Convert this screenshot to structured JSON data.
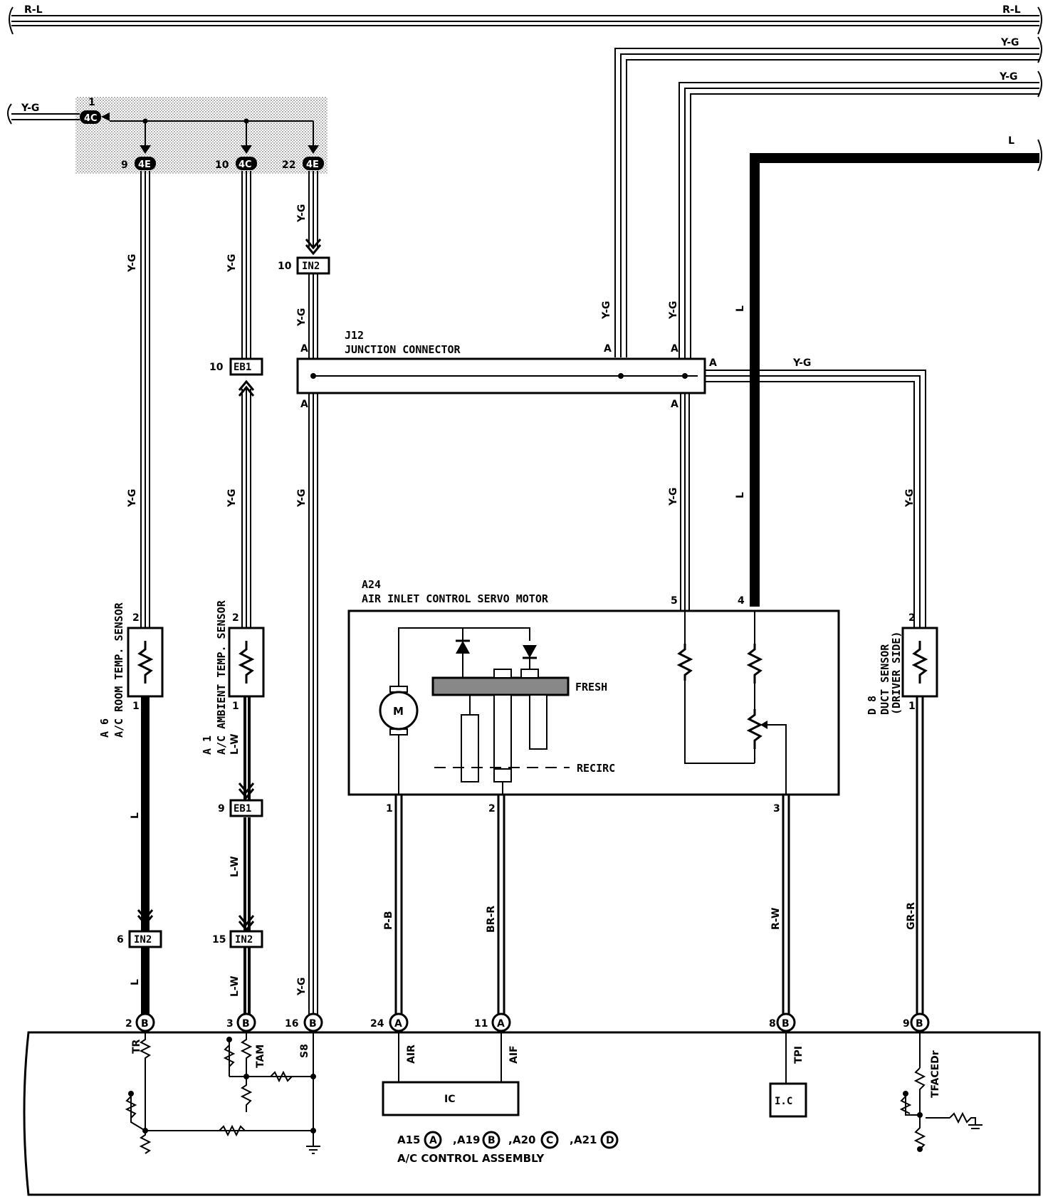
{
  "top_bus": {
    "left_label": "R-L",
    "right_label": "R-L"
  },
  "right_feeds": [
    {
      "label": "Y-G"
    },
    {
      "label": "Y-G"
    },
    {
      "label": "L"
    }
  ],
  "splice": {
    "input_label": "Y-G",
    "input_pin": "1",
    "input_connector": "4C",
    "outputs": [
      {
        "pin": "9",
        "connector": "4E"
      },
      {
        "pin": "10",
        "connector": "4C"
      },
      {
        "pin": "22",
        "connector": "4E"
      }
    ]
  },
  "wire_labels": {
    "col1_a": "Y-G",
    "col1_b": "Y-G",
    "col1_c": "L",
    "col1_d": "L",
    "col2_a": "Y-G",
    "col2_b": "Y-G",
    "col2_c": "L-W",
    "col2_d": "L-W",
    "col2_e": "L-W",
    "col3_a": "Y-G",
    "col3_b": "Y-G",
    "col3_c": "Y-G",
    "col3_d": "Y-G",
    "col4_a": "Y-G",
    "col5_a": "Y-G",
    "col5_b": "Y-G",
    "col6_a": "L",
    "col6_b": "L",
    "col7_a": "Y-G",
    "col7_b": "Y-G",
    "motor1": "P-B",
    "motor2": "BR-R",
    "motor3": "R-W",
    "duct": "GR-R"
  },
  "inline_connectors": [
    {
      "pin": "10",
      "id": "IN2"
    },
    {
      "pin": "10",
      "id": "EB1"
    },
    {
      "pin": "9",
      "id": "EB1"
    },
    {
      "pin": "6",
      "id": "IN2"
    },
    {
      "pin": "15",
      "id": "IN2"
    }
  ],
  "junction": {
    "code": "J12",
    "name": "JUNCTION CONNECTOR",
    "pin_letter": "A"
  },
  "servo_motor": {
    "code": "A24",
    "name": "AIR INLET CONTROL SERVO MOTOR",
    "fresh_label": "FRESH",
    "recirc_label": "RECIRC",
    "motor_symbol": "M",
    "pins": [
      "1",
      "2",
      "3",
      "5",
      "4"
    ]
  },
  "sensors": {
    "room": {
      "code": "A 6",
      "name": "A/C ROOM TEMP. SENSOR",
      "pin_top": "2",
      "pin_bottom": "1"
    },
    "ambient": {
      "code": "A 1",
      "name": "A/C AMBIENT TEMP. SENSOR",
      "pin_top": "2",
      "pin_bottom": "1"
    },
    "duct": {
      "code": "D 8",
      "name": "DUCT SENSOR",
      "name2": "(DRIVER SIDE)",
      "pin_top": "2",
      "pin_bottom": "1"
    }
  },
  "control_assembly": {
    "pins": [
      {
        "num": "2",
        "letter": "B"
      },
      {
        "num": "3",
        "letter": "B"
      },
      {
        "num": "16",
        "letter": "B"
      },
      {
        "num": "24",
        "letter": "A"
      },
      {
        "num": "11",
        "letter": "A"
      },
      {
        "num": "8",
        "letter": "B"
      },
      {
        "num": "9",
        "letter": "B"
      }
    ],
    "terminals": [
      "TR",
      "TAM",
      "S8",
      "AIR",
      "AIF",
      "TPI",
      "TFACEDr"
    ],
    "ic_label": "IC",
    "ic2_label": "I.C",
    "legend": [
      {
        "code": "A15",
        "letter": "A",
        "sep": ""
      },
      {
        "code": "A19",
        "letter": "B",
        "sep": ","
      },
      {
        "code": "A20",
        "letter": "C",
        "sep": ","
      },
      {
        "code": "A21",
        "letter": "D",
        "sep": ","
      }
    ],
    "name": "A/C CONTROL ASSEMBLY"
  }
}
